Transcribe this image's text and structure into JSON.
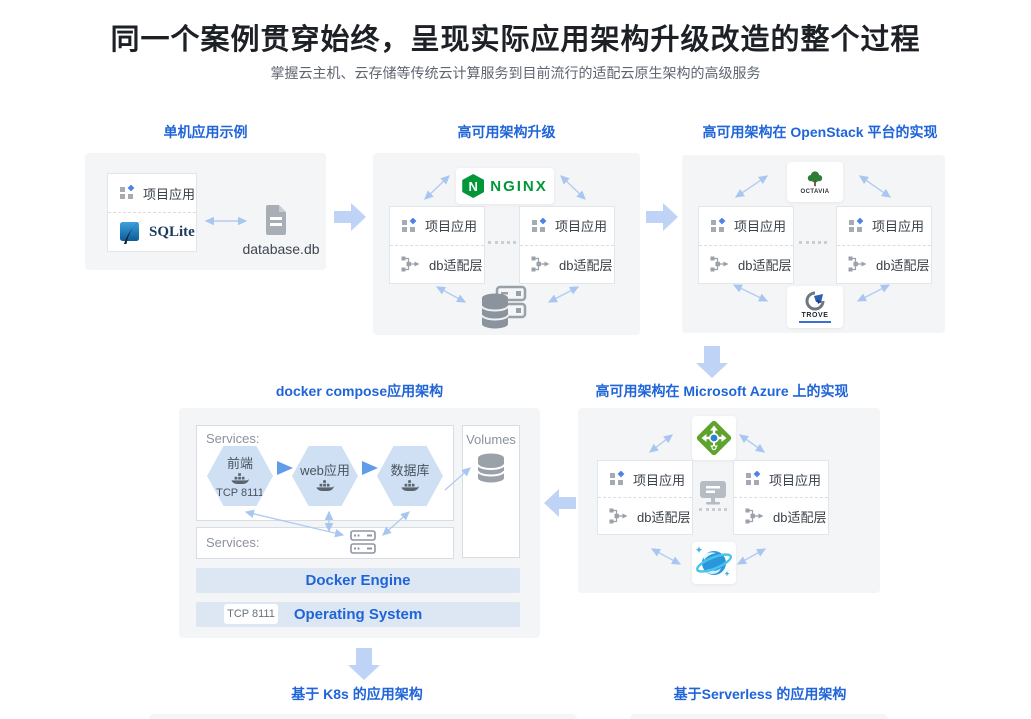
{
  "header": {
    "title": "同一个案例贯穿始终，呈现实际应用架构升级改造的整个过程",
    "subtitle": "掌握云主机、云存储等传统云计算服务到目前流行的适配云原生架构的高级服务"
  },
  "panels": {
    "standalone": {
      "title": "单机应用示例",
      "app": "项目应用",
      "db_engine": "SQLite",
      "db_file": "database.db"
    },
    "ha": {
      "title": "高可用架构升级",
      "load_balancer": "NGINX",
      "nginx_initial": "N",
      "nodes": [
        {
          "app": "项目应用",
          "db": "db适配层"
        },
        {
          "app": "项目应用",
          "db": "db适配层"
        }
      ]
    },
    "openstack": {
      "title": "高可用架构在 OpenStack 平台的实现",
      "load_balancer": "OCTAVIA",
      "db_service": "TROVE",
      "nodes": [
        {
          "app": "项目应用",
          "db": "db适配层"
        },
        {
          "app": "项目应用",
          "db": "db适配层"
        }
      ]
    },
    "docker": {
      "title": "docker compose应用架构",
      "services_label": "Services:",
      "volumes_label": "Volumes",
      "containers": [
        {
          "name": "前端",
          "port": "TCP 8111"
        },
        {
          "name": "web应用",
          "port": ""
        },
        {
          "name": "数据库",
          "port": ""
        }
      ],
      "engine_label": "Docker Engine",
      "os_label": "Operating System",
      "os_port": "TCP 8111"
    },
    "azure": {
      "title": "高可用架构在 Microsoft Azure 上的实现",
      "nodes": [
        {
          "app": "项目应用",
          "db": "db适配层"
        },
        {
          "app": "项目应用",
          "db": "db适配层"
        }
      ]
    },
    "k8s": {
      "title": "基于 K8s 的应用架构"
    },
    "serverless": {
      "title": "基于Serverless 的应用架构"
    }
  },
  "icons": {
    "app-grid-icon": "2x2 squares with blue diamond",
    "db-adapter-branch-icon": "tree branch with right arrow",
    "sqlite-logo-icon": "blue square with quill feather",
    "db-file-icon": "gray document with folded corner",
    "nginx-hexagon-icon": "green hexagon with white N",
    "octavia-tree-icon": "green tree",
    "trove-icon": "gray arc with blue banner",
    "database-server-icon": "gray cylinder with server racks",
    "volume-cylinder-icon": "gray database cylinder",
    "docker-whale-icon": "whale with containers",
    "server-rack-icon": "two stacked server units",
    "monitor-icon": "gray display with stand",
    "traffic-manager-icon": "green diamond with arrows and blue dot",
    "cosmos-db-icon": "blue planet with ring and sparkles",
    "arrow-icon": "light blue block arrow"
  },
  "colors": {
    "accent_blue": "#1f64d8",
    "nginx_green": "#009639",
    "panel_bg": "#f4f5f7",
    "arrow_light_blue": "#bed3f5",
    "thin_arrow_blue": "#a9c6f0",
    "hexagon_fill": "#cfe0f4",
    "bar_bg": "#dce7f3"
  }
}
